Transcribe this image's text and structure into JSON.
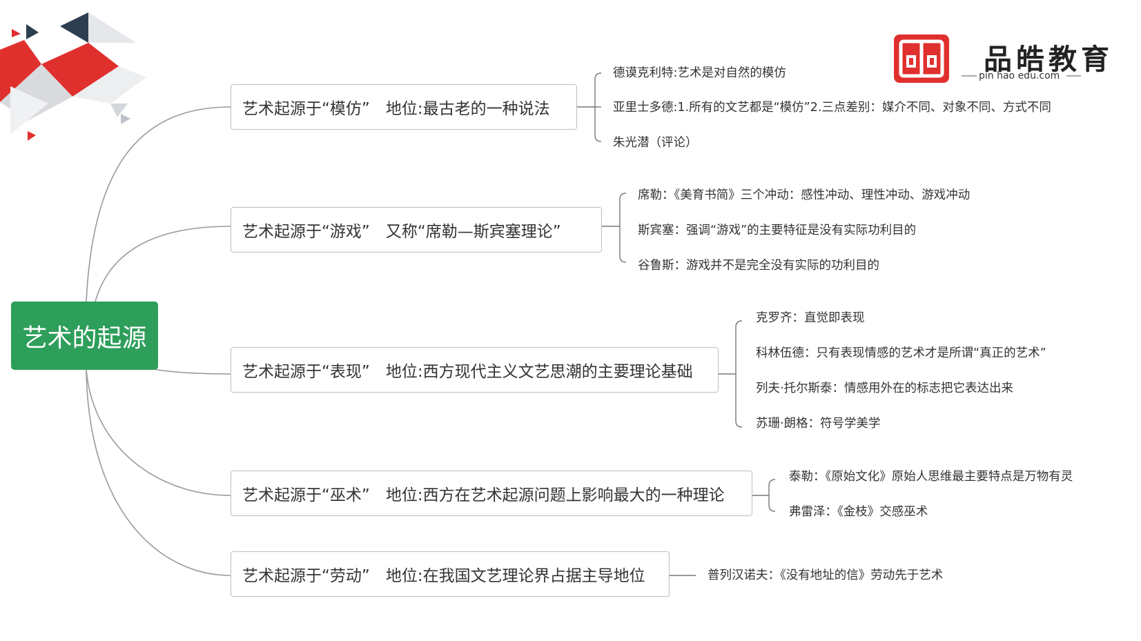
{
  "brand": {
    "name": "品皓教育",
    "domain": "pin hao edu.com",
    "color": "#e0302e"
  },
  "root": {
    "label": "艺术的起源",
    "color": "#2e9e5b"
  },
  "branches": [
    {
      "label": "艺术起源于“模仿”　地位:最古老的一种说法",
      "leaves": [
        "德谟克利特:艺术是对自然的模仿",
        "亚里士多德:1.所有的文艺都是“模仿”2.三点差别：媒介不同、对象不同、方式不同",
        "朱光潜（评论）"
      ]
    },
    {
      "label": "艺术起源于“游戏”　又称“席勒—斯宾塞理论”",
      "leaves": [
        "席勒：《美育书简》三个冲动：感性冲动、理性冲动、游戏冲动",
        "斯宾塞：强调“游戏”的主要特征是没有实际功利目的",
        "谷鲁斯：游戏并不是完全没有实际的功利目的"
      ]
    },
    {
      "label": "艺术起源于“表现”　地位:西方现代主义文艺思潮的主要理论基础",
      "leaves": [
        "克罗齐：直觉即表现",
        "科林伍德：只有表现情感的艺术才是所谓“真正的艺术”",
        "列夫·托尔斯泰：情感用外在的标志把它表达出来",
        "苏珊·朗格：符号学美学"
      ]
    },
    {
      "label": "艺术起源于“巫术”　地位:西方在艺术起源问题上影响最大的一种理论",
      "leaves": [
        "泰勒：《原始文化》原始人思维最主要特点是万物有灵",
        "弗雷泽：《金枝》交感巫术"
      ]
    },
    {
      "label": "艺术起源于“劳动”　地位:在我国文艺理论界占据主导地位",
      "leaves": [
        "普列汉诺夫：《没有地址的信》劳动先于艺术"
      ]
    }
  ]
}
